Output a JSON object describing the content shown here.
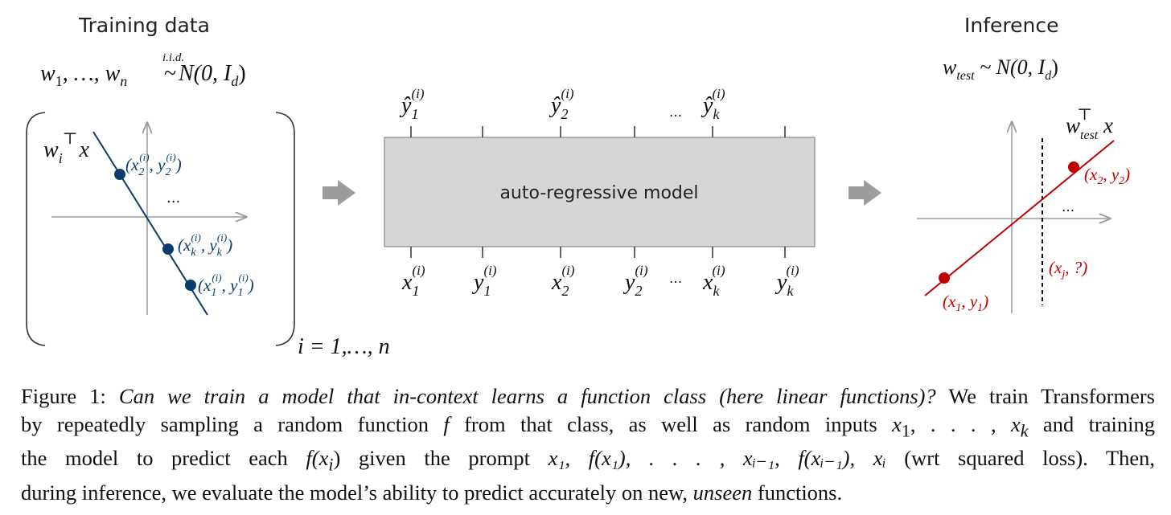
{
  "figure": {
    "training": {
      "title": "Training data",
      "prior": {
        "w1": "w",
        "sub1": "1",
        "mid": ", …, w",
        "subn": "n",
        "iid": "i.i.d.",
        "tilde": "~",
        "dist": " N(0, I",
        "subd": "d",
        "close": ")"
      },
      "line_label": {
        "w": "w",
        "sub": "i",
        "sup": "⊤",
        "x": "x"
      },
      "points": [
        {
          "xs": "2",
          "ys": "2"
        },
        {
          "xs": "k",
          "ys": "k"
        },
        {
          "xs": "1",
          "ys": "1"
        }
      ],
      "point_sup": "(i)",
      "ellipsis": "...",
      "index_range": "i = 1,…, n",
      "colors": {
        "points": "#0d3b6e",
        "line": "#0d3b6e"
      }
    },
    "model": {
      "label": "auto-regressive model",
      "outputs": [
        {
          "base": "ŷ",
          "sub": "1",
          "sup": "(i)"
        },
        {
          "base": "ŷ",
          "sub": "2",
          "sup": "(i)"
        },
        {
          "base": "ŷ",
          "sub": "k",
          "sup": "(i)"
        }
      ],
      "outputs_ellipsis": "...",
      "inputs": [
        {
          "base": "x",
          "sub": "1",
          "sup": "(i)"
        },
        {
          "base": "y",
          "sub": "1",
          "sup": "(i)"
        },
        {
          "base": "x",
          "sub": "2",
          "sup": "(i)"
        },
        {
          "base": "y",
          "sub": "2",
          "sup": "(i)"
        },
        {
          "base": "x",
          "sub": "k",
          "sup": "(i)"
        },
        {
          "base": "y",
          "sub": "k",
          "sup": "(i)"
        }
      ],
      "inputs_ellipsis": "...",
      "colors": {
        "box": "#d6d6d6",
        "border": "#888888",
        "arrow": "#9c9c9c"
      }
    },
    "inference": {
      "title": "Inference",
      "prior": {
        "w": "w",
        "sub": "test",
        "dist": " ~ N(0, I",
        "subd": "d",
        "close": ")"
      },
      "line_label": {
        "w": "w",
        "sub": "test",
        "sup": "⊤",
        "x": "x"
      },
      "point_a": {
        "open": "(x",
        "sa": "2",
        "mid": ", y",
        "sb": "2",
        "close": ")"
      },
      "point_b": {
        "open": "(x",
        "sa": "1",
        "mid": ", y",
        "sb": "1",
        "close": ")"
      },
      "query": {
        "open": "(x",
        "s": "j",
        "rest": ", ?)"
      },
      "ellipsis": "...",
      "colors": {
        "points": "#c00000",
        "line": "#c00000"
      }
    }
  },
  "caption": {
    "label": "Figure 1:",
    "question": "Can we train a model that in-context learns a function class (here linear functions)?",
    "line1_rest": " We train Transformers",
    "line2_a": "by repeatedly sampling a random function ",
    "f": "f",
    "line2_b": " from that class, as well as random inputs ",
    "x1": "x",
    "x1_sub": "1",
    "dots": ", . . . , ",
    "xk": "x",
    "xk_sub": "k",
    "line2_c": " and training",
    "line3_a": "the model to predict each ",
    "fxi": "f(x",
    "fxi_sub": "i",
    "fxi_close": ")",
    "line3_b": " given the prompt ",
    "prompt": "x₁, f(x₁), . . . , xᵢ₋₁, f(xᵢ₋₁), xᵢ",
    "line3_c": " (wrt squared loss). Then,",
    "line4_a": "during inference, we evaluate the model’s ability to predict accurately on new, ",
    "unseen": "unseen",
    "line4_b": " functions."
  }
}
